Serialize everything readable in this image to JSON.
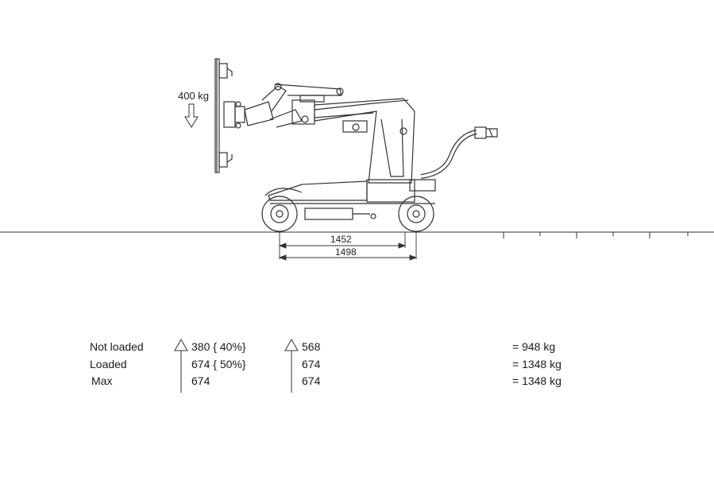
{
  "diagram": {
    "load_label": "400 kg",
    "dimensions": {
      "wheelbase": "1452",
      "overall_length": "1498"
    }
  },
  "weight_table": {
    "rows": [
      {
        "label": "Not loaded",
        "front": "380 { 40%}",
        "rear": "568",
        "total": "=  948 kg"
      },
      {
        "label": "Loaded",
        "front": "674 { 50%}",
        "rear": "674",
        "total": "=  1348 kg"
      },
      {
        "label": "Max",
        "front": "674",
        "rear": "674",
        "total": "=  1348 kg"
      }
    ]
  },
  "icons": [
    "down-arrow-icon",
    "up-arrow-icon"
  ],
  "colors": {
    "line": "#333333",
    "text": "#1a1a1a"
  }
}
